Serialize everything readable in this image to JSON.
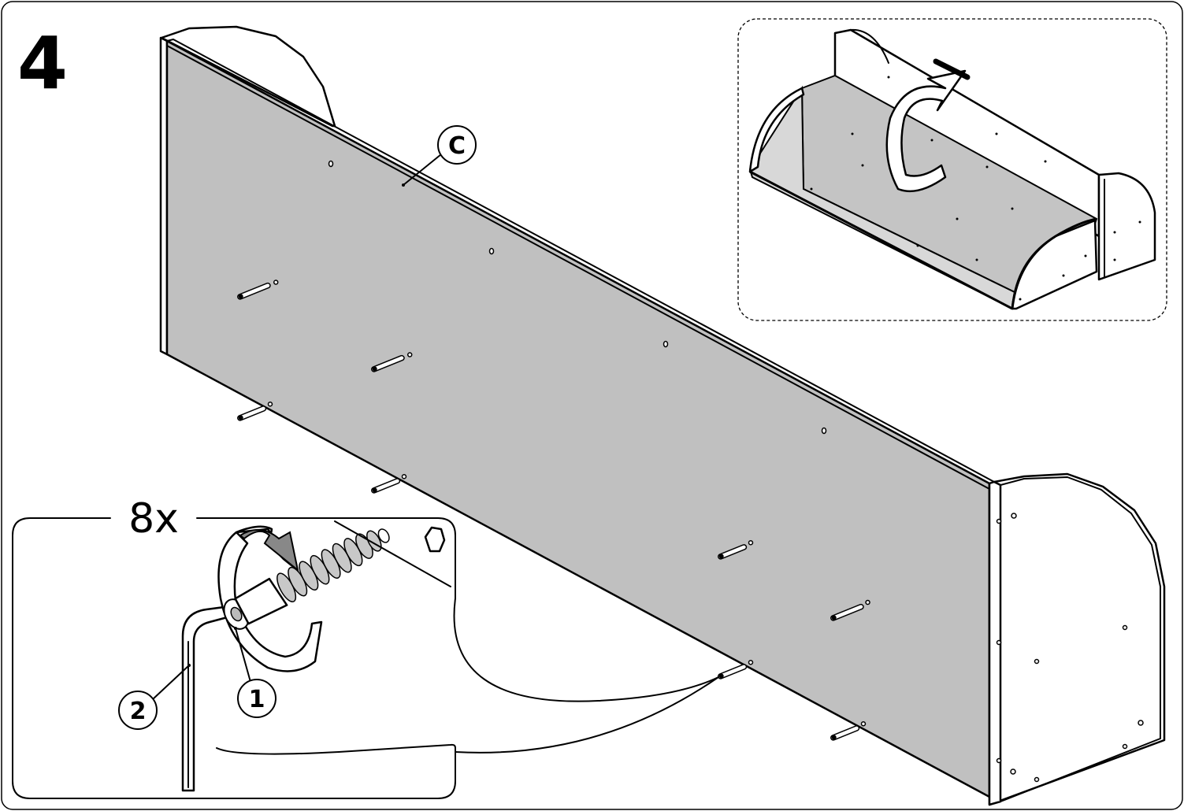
{
  "step": {
    "number": "4"
  },
  "panel_callout": {
    "label": "C"
  },
  "detail": {
    "quantity": "8x",
    "parts": [
      {
        "label": "1",
        "part": "screw-fitting"
      },
      {
        "label": "2",
        "part": "allen-key"
      }
    ]
  },
  "inset": {
    "description_icon": "rotate-assembly-arrow"
  },
  "colors": {
    "panel_fill": "#c0c0c0",
    "line": "#000000",
    "background": "#ffffff"
  }
}
